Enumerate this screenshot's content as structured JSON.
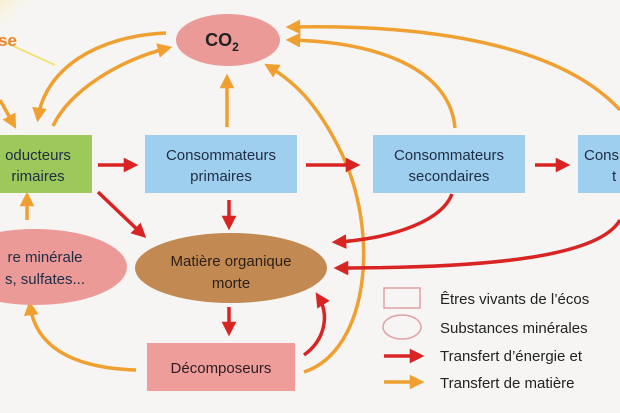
{
  "nodes": {
    "co2": {
      "label": "CO",
      "subscript": "2"
    },
    "producers": {
      "line1": "oducteurs",
      "line2": "rimaires"
    },
    "primary_consumers": {
      "line1": "Consommateurs",
      "line2": "primaires"
    },
    "secondary_consumers": {
      "line1": "Consommateurs",
      "line2": "secondaires"
    },
    "tertiary_consumers": {
      "line1": "Cons",
      "line2": "t"
    },
    "mineral_matter": {
      "line1": "re minérale",
      "line2": "s, sulfates..."
    },
    "dead_organic_matter": {
      "line1": "Matière organique",
      "line2": "morte"
    },
    "decomposers": {
      "label": "Décomposeurs"
    }
  },
  "sun_label": "se",
  "legend": {
    "items": [
      {
        "label": "Êtres vivants de l’écos",
        "type": "rectangle"
      },
      {
        "label": "Substances minérales",
        "type": "ellipse"
      },
      {
        "label": "Transfert d’énergie et",
        "type": "red-arrow"
      },
      {
        "label": "Transfert de matière",
        "type": "orange-arrow"
      }
    ]
  },
  "colors": {
    "living_box": "#9ecfee",
    "producer_box": "#9dc85a",
    "mineral_ellipse": "#ec9a98",
    "organic_ellipse": "#c28a52",
    "decomposer_box": "#ef9d9b",
    "energy_arrow": "#d92424",
    "matter_arrow": "#f0a030"
  }
}
